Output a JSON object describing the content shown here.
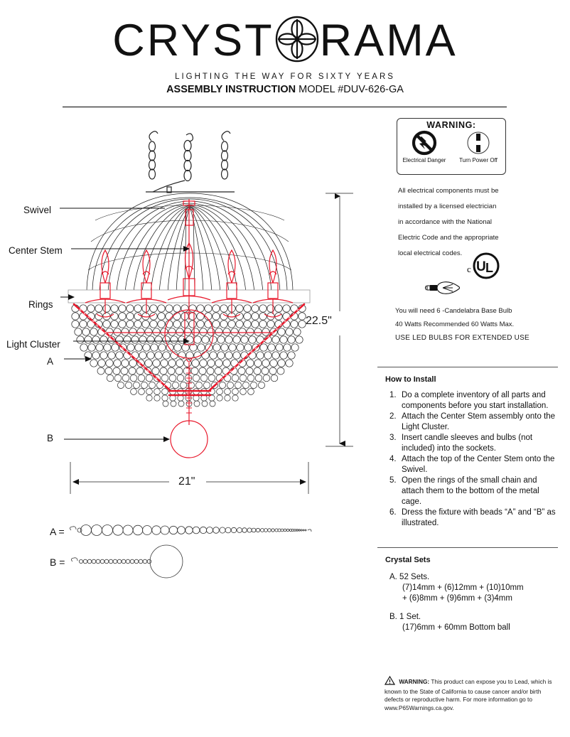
{
  "header": {
    "brand_left": "CRYST",
    "brand_right": "RAMA",
    "brand_mark": "crystorama-flower-logo",
    "tagline": "LIGHTING  THE  WAY  FOR  SIXTY  YEARS",
    "assembly_bold": "ASSEMBLY INSTRUCTION",
    "assembly_model": " MODEL #DUV-626-GA"
  },
  "diagram": {
    "labels": {
      "swivel": "Swivel",
      "center_stem": "Center Stem",
      "rings": "Rings",
      "light_cluster": "Light Cluster",
      "bead_a": "A",
      "bead_b": "B"
    },
    "dimensions": {
      "height": "22.5\"",
      "width": "21\""
    },
    "legend": {
      "a": "A =",
      "b": "B ="
    }
  },
  "warning_box": {
    "title": "WARNING:",
    "icon_left": "electrical-shock-prohibited-icon",
    "icon_right": "power-off-switch-icon",
    "caption_left": "Electrical Danger",
    "caption_right": "Turn Power Off"
  },
  "electrical_notice": {
    "lines": [
      "All electrical components must be",
      "installed by a licensed electrician",
      "in accordance with the National",
      "Electric Code and the appropriate",
      "local electrical codes."
    ],
    "ul_mark": "c-UL-listed-mark",
    "bulb_icon": "candelabra-bulb-icon"
  },
  "bulb_specs": {
    "line1": "You will need 6 -Candelabra Base Bulb",
    "line2": "40 Watts Recommended 60 Watts Max.",
    "line3": "USE LED BULBS FOR EXTENDED USE"
  },
  "install": {
    "title": "How to Install",
    "steps": [
      {
        "num": "1.",
        "text": "Do a complete inventory of all parts and components before you start installation."
      },
      {
        "num": "2.",
        "text": "Attach the Center Stem assembly onto the Light Cluster."
      },
      {
        "num": "3.",
        "text": "Insert candle sleeves and bulbs (not included) into the sockets."
      },
      {
        "num": "4.",
        "text": "Attach the top of the Center Stem onto the Swivel."
      },
      {
        "num": "5.",
        "text": "Open the rings of the small chain and attach them to the bottom of the metal cage."
      },
      {
        "num": "6.",
        "text": "Dress the fixture with beads “A” and “B” as illustrated."
      }
    ]
  },
  "crystal_sets": {
    "title": "Crystal Sets",
    "set_a_head": "A. 52 Sets.",
    "set_a_line1": "(7)14mm + (6)12mm + (10)10mm",
    "set_a_line2": "+ (6)8mm + (9)6mm + (3)4mm",
    "set_b_head": "B. 1 Set.",
    "set_b_line1": "(17)6mm + 60mm Bottom ball"
  },
  "prop65": {
    "icon": "warning-triangle-icon",
    "head": "WARNING:",
    "body": " This product can expose you to Lead, which is known to the State of California to cause cancer and/or birth defects or reproductive harm. For more information go to www.P65Warnings.ca.gov."
  },
  "colors": {
    "ink": "#111111",
    "accent_red": "#e8192c",
    "rule": "#555555"
  }
}
